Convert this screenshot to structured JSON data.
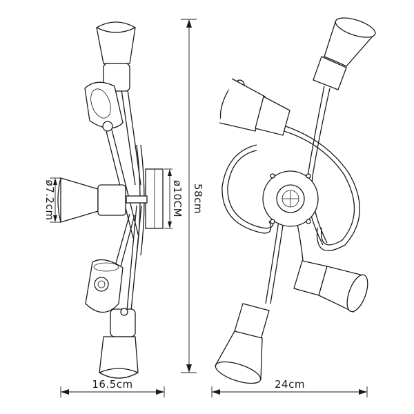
{
  "dimensions": {
    "height": "58cm",
    "side_width": "16.5cm",
    "top_width": "24cm",
    "canopy_diameter": "ø10CM",
    "shade_diameter": "ø7.2cm"
  },
  "colors": {
    "line": "#1a1a1a",
    "background": "#ffffff"
  }
}
